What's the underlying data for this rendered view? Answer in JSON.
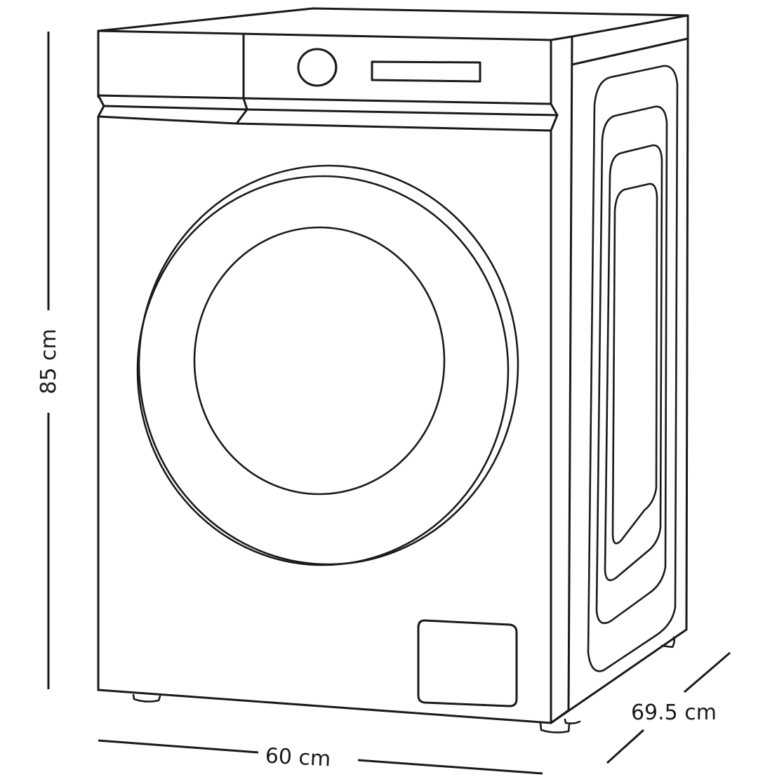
{
  "diagram": {
    "subject": "Front-loading washing machine dimension drawing",
    "view": "three-quarter perspective line drawing",
    "stroke_color": "#1a1a1a",
    "background_color": "#ffffff"
  },
  "dimensions": {
    "height": {
      "value": 85,
      "unit": "cm",
      "label": "85 cm"
    },
    "width": {
      "value": 60,
      "unit": "cm",
      "label": "60 cm"
    },
    "depth": {
      "value": 69.5,
      "unit": "cm",
      "label": "69.5 cm"
    }
  },
  "parts": {
    "control_panel": {
      "knob": "program dial",
      "display": "rectangular display window",
      "drawer": "detergent drawer"
    },
    "door": "circular porthole door with inner glass ring",
    "service_hatch": "rounded rectangular filter access panel",
    "side_panel": "embossed nested rounded panels",
    "feet": "adjustable feet"
  }
}
